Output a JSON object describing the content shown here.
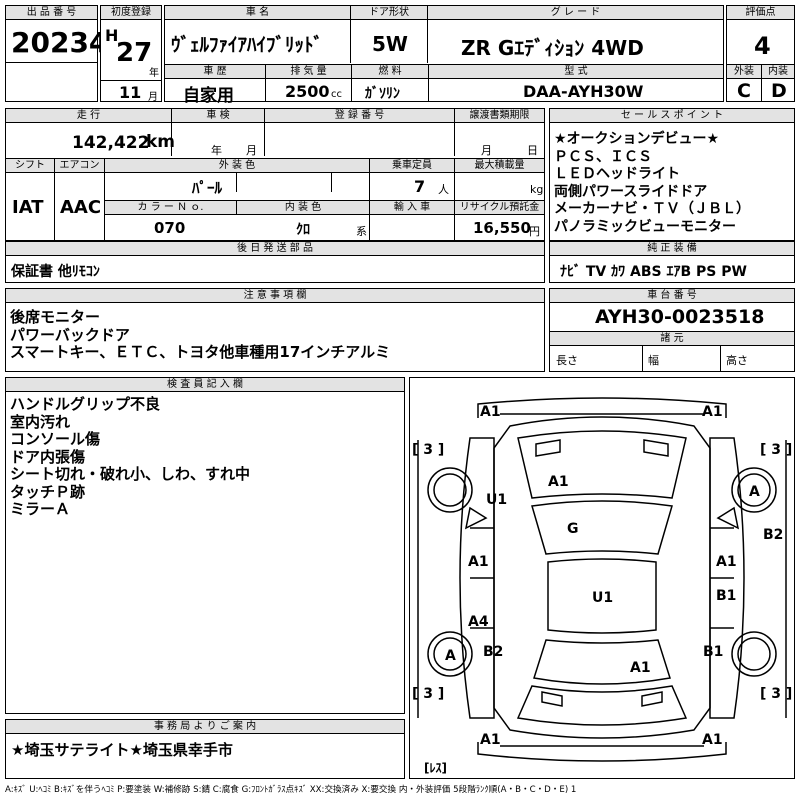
{
  "labels": {
    "lot_no": "出 品 番 号",
    "first_reg": "初度登録",
    "car_name": "車 名",
    "door_type": "ドア形状",
    "grade": "グ レ ー ド",
    "score": "評価点",
    "history": "車 歴",
    "displacement": "排 気 量",
    "fuel": "燃 料",
    "model": "型 式",
    "exterior": "外装",
    "interior": "内装",
    "mileage": "走 行",
    "inspection": "車 検",
    "reg_no": "登 録 番 号",
    "transfer": "譲渡書類期限",
    "sales_points": "セ ー ル ス ポ イ ン ト",
    "shift": "シフト",
    "aircon": "エアコン",
    "color": "外 装 色",
    "capacity": "乗車定員",
    "max_load": "最大積載量",
    "color_no": "カ ラ ー Ｎ ｏ.",
    "int_color": "内 装 色",
    "import": "輸 入 車",
    "recycle": "リサイクル預託金",
    "later_items": "後 日 発 送 部 品",
    "genuine": "純 正 装 備",
    "notes": "注 意 事 項 欄",
    "chassis": "車 台 番 号",
    "specs": "諸 元",
    "inspector": "検 査 員 記 入 欄",
    "office": "事 務 局 よ り ご 案 内",
    "length": "長さ",
    "width": "幅",
    "height": "高さ"
  },
  "units": {
    "year": "年",
    "month": "月",
    "cc": "cc",
    "km": "km",
    "people": "人",
    "kg": "kg",
    "kei": "系",
    "yen": "円"
  },
  "car": {
    "lot": "20234",
    "era": "H",
    "year": "27",
    "month": "11",
    "name": "ｳﾞｪﾙﾌｧｲｱﾊｲﾌﾞﾘｯﾄﾞ",
    "doors": "5W",
    "grade": "ZR Gｴﾃﾞｨｼｮﾝ 4WD",
    "score": "4",
    "history": "自家用",
    "displacement": "2500",
    "fuel": "ｶﾞｿﾘﾝ",
    "model": "DAA-AYH30W",
    "ext_grade": "C",
    "int_grade": "D",
    "mileage": "142,422",
    "inspection_year": "年",
    "inspection_month": "月",
    "transfer_month": "月",
    "transfer_day": "日",
    "shift": "IAT",
    "aircon": "AAC",
    "color": "ﾊﾟｰﾙ",
    "capacity": "7",
    "color_no": "070",
    "int_color": "ｸﾛ",
    "recycle": "16,550",
    "later_items": "保証書  他ﾘﾓｺﾝ",
    "genuine": "ﾅﾋﾞ  TV  ｶﾜ  ABS  ｴｱB  PS  PW",
    "chassis": "AYH30-0023518",
    "office": "★埼玉サテライト★埼玉県幸手市"
  },
  "sales_points": [
    "★オークションデビュー★",
    "ＰＣＳ、ＩＣＳ",
    "ＬＥＤヘッドライト",
    "両側パワースライドドア",
    "メーカーナビ・ＴＶ（ＪＢＬ）",
    "パノラミックビューモニター"
  ],
  "notes": [
    "後席モニター",
    "パワーバックドア",
    "スマートキー、ＥＴＣ、トヨタ他車種用17インチアルミ"
  ],
  "inspector_notes": [
    "ハンドルグリップ不良",
    "室内汚れ",
    "コンソール傷",
    "ドア内張傷",
    "シート切れ・破れ小、しわ、すれ中",
    "タッチＰ跡",
    "ミラーＡ"
  ],
  "diagram": {
    "marks": [
      {
        "id": "front-left-bumper",
        "text": "A1"
      },
      {
        "id": "front-right-bumper",
        "text": "A1"
      },
      {
        "id": "side-left-top",
        "text": "[ 3 ]"
      },
      {
        "id": "side-right-top",
        "text": "[ 3 ]"
      },
      {
        "id": "hood",
        "text": "A1"
      },
      {
        "id": "left-front-fender",
        "text": "U1"
      },
      {
        "id": "right-front-wheel",
        "text": "A"
      },
      {
        "id": "windshield",
        "text": "G"
      },
      {
        "id": "right-side-mirror",
        "text": "B2"
      },
      {
        "id": "left-front-door",
        "text": "A1"
      },
      {
        "id": "right-front-door",
        "text": "A1"
      },
      {
        "id": "roof",
        "text": "U1"
      },
      {
        "id": "right-rear-door",
        "text": "B1"
      },
      {
        "id": "left-rear-door",
        "text": "A4"
      },
      {
        "id": "left-rear-wheel",
        "text": "A"
      },
      {
        "id": "left-rear-quarter",
        "text": "B2"
      },
      {
        "id": "right-rear-quarter",
        "text": "B1"
      },
      {
        "id": "back-door",
        "text": "A1"
      },
      {
        "id": "side-left-bottom",
        "text": "[ 3 ]"
      },
      {
        "id": "side-right-bottom",
        "text": "[ 3 ]"
      },
      {
        "id": "rear-left-bumper",
        "text": "A1"
      },
      {
        "id": "rear-right-bumper",
        "text": "A1"
      },
      {
        "id": "spare",
        "text": "[ﾚｽ]"
      }
    ]
  },
  "legend": "A:ｷｽﾞ U:ﾍｺﾐ B:ｷｽﾞを伴うﾍｺﾐ P:要塗装 W:補修跡 S:錆 C:腐食 G:ﾌﾛﾝﾄｶﾞﾗｽ点ｷｽﾞ XX:交換済み X:要交換  内・外装評価 5段階ﾗﾝｸ順(A・B・C・D・E) 1"
}
